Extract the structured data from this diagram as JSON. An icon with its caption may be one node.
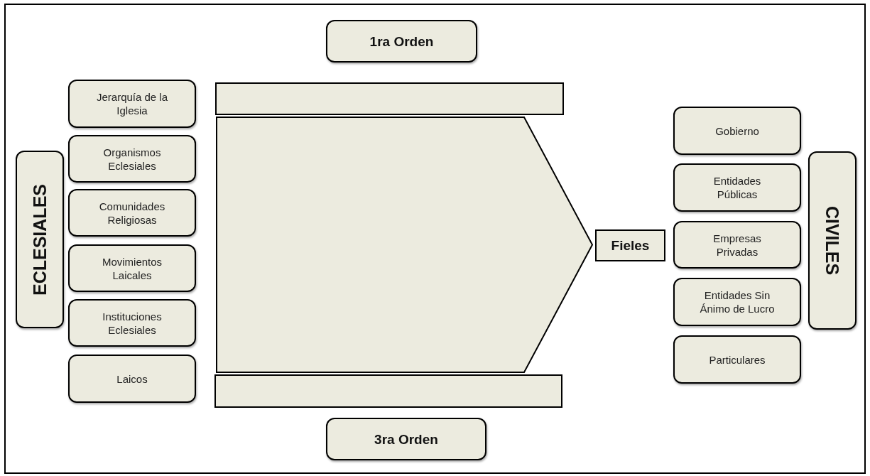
{
  "diagram": {
    "nodes": [
      {
        "text": [
          "1ra Orden"
        ]
      },
      {
        "text": [
          "ECLESIALES"
        ]
      },
      {
        "text": [
          "Jerarquía de la Iglesia"
        ]
      },
      {
        "text": [
          "Organismos Eclesiales"
        ]
      },
      {
        "text": [
          "Comunidades Religiosas"
        ]
      },
      {
        "text": [
          "Movimientos Laicales"
        ]
      },
      {
        "text": [
          "Instituciones Eclesiales"
        ]
      },
      {
        "text": [
          "Laicos"
        ]
      },
      {
        "text": [],
        "shape": "bar"
      },
      {
        "text": [],
        "shape": "pentagon"
      },
      {
        "text": [],
        "shape": "bar"
      },
      {
        "text": [
          "Fieles"
        ]
      },
      {
        "text": [
          "Gobierno"
        ]
      },
      {
        "text": [
          "Entidades Públicas"
        ]
      },
      {
        "text": [
          "Empresas Privadas"
        ]
      },
      {
        "text": [
          "Entidades Sin Ánimo de Lucro"
        ]
      },
      {
        "text": [
          "Particulares"
        ]
      },
      {
        "text": [
          "CIVILES"
        ]
      },
      {
        "text": [
          "3ra Orden"
        ]
      }
    ]
  }
}
